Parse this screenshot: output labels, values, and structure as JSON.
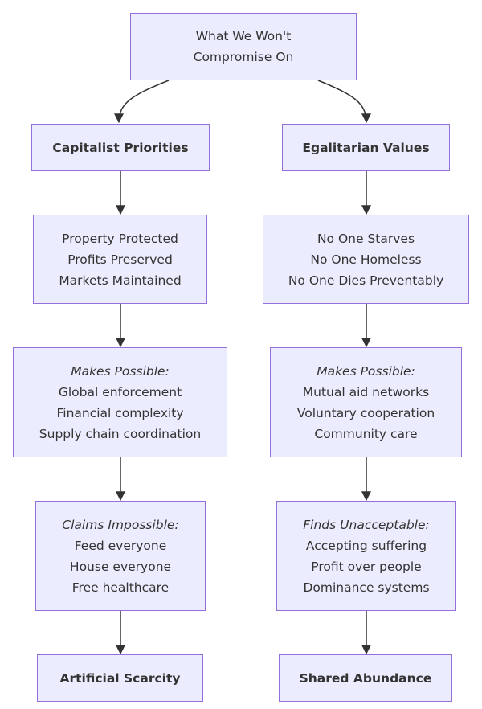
{
  "diagram": {
    "root": {
      "lines": [
        "What We Won't",
        "Compromise On"
      ]
    },
    "left": {
      "header": "Capitalist Priorities",
      "protects": [
        "Property Protected",
        "Profits Preserved",
        "Markets Maintained"
      ],
      "possible": {
        "heading": "Makes Possible:",
        "items": [
          "Global enforcement",
          "Financial complexity",
          "Supply chain coordination"
        ]
      },
      "claims": {
        "heading": "Claims Impossible:",
        "items": [
          "Feed everyone",
          "House everyone",
          "Free healthcare"
        ]
      },
      "outcome": "Artificial Scarcity"
    },
    "right": {
      "header": "Egalitarian Values",
      "protects": [
        "No One Starves",
        "No One Homeless",
        "No One Dies Preventably"
      ],
      "possible": {
        "heading": "Makes Possible:",
        "items": [
          "Mutual aid networks",
          "Voluntary cooperation",
          "Community care"
        ]
      },
      "claims": {
        "heading": "Finds Unacceptable:",
        "items": [
          "Accepting suffering",
          "Profit over people",
          "Dominance systems"
        ]
      },
      "outcome": "Shared Abundance"
    },
    "colors": {
      "node_fill": "#ECECFF",
      "node_border": "#9370DB",
      "edge": "#333333",
      "text": "#333333"
    }
  }
}
